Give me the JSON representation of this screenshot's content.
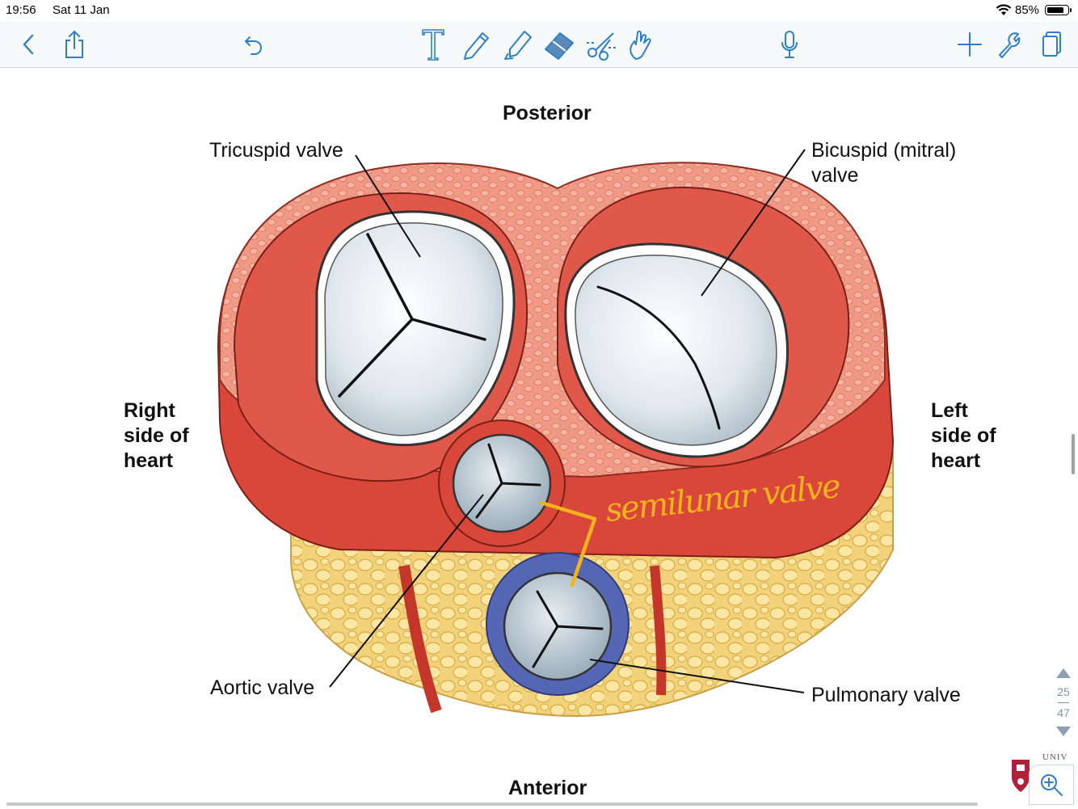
{
  "status_bar": {
    "time": "19:56",
    "date": "Sat 11 Jan",
    "battery_percent": "85%",
    "battery_level": 0.85,
    "wifi_icon": "wifi-icon"
  },
  "toolbar": {
    "left": [
      "back-chevron-icon",
      "share-icon",
      "undo-icon"
    ],
    "center_tools": [
      "text-tool-icon",
      "pen-tool-icon",
      "highlighter-tool-icon",
      "eraser-tool-icon",
      "lasso-scissors-icon",
      "hand-pointer-icon"
    ],
    "mic": "microphone-icon",
    "right": [
      "add-icon",
      "wrench-icon",
      "page-view-icon"
    ],
    "accent_color": "#2e7fc7"
  },
  "figure": {
    "orientation_top": "Posterior",
    "orientation_bottom": "Anterior",
    "right_side": [
      "Right",
      "side of",
      "heart"
    ],
    "left_side": [
      "Left",
      "side of",
      "heart"
    ],
    "labels": {
      "tricuspid": "Tricuspid valve",
      "bicuspid": [
        "Bicuspid (mitral)",
        "valve"
      ],
      "aortic": "Aortic valve",
      "pulmonary": "Pulmonary valve"
    },
    "handwritten_note": "semilunar valve",
    "note_color": "#f2b41a"
  },
  "page_nav": {
    "current": "25",
    "total": "47"
  },
  "footer": {
    "logo_text": "UNIV",
    "zoom_icon": "zoom-in-icon"
  }
}
